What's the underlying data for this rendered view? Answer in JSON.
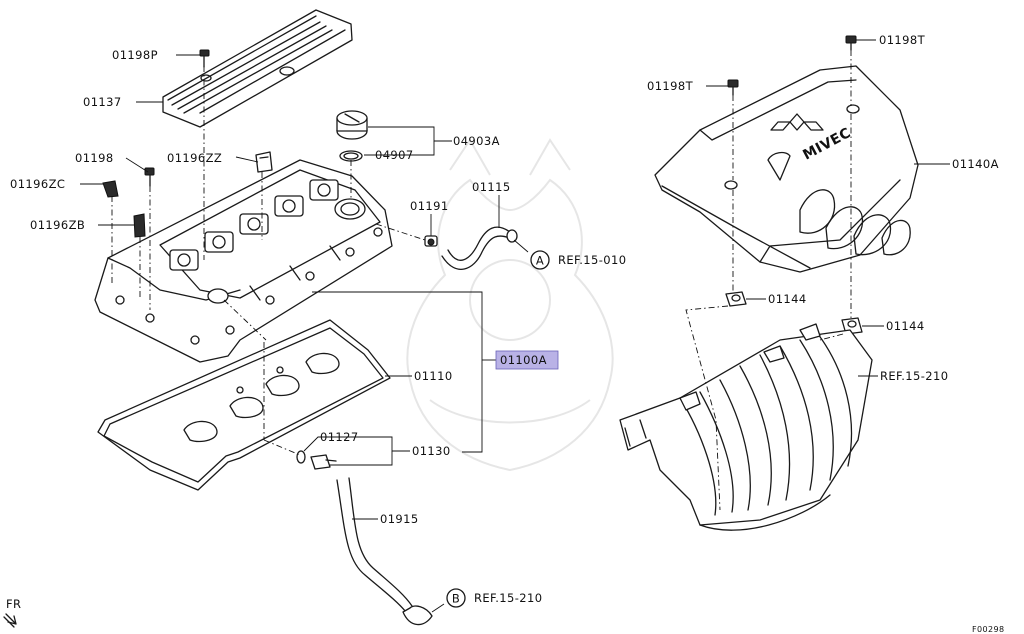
{
  "labels": {
    "p01198P": "01198P",
    "p01137": "01137",
    "p01198": "01198",
    "p01196ZZ": "01196ZZ",
    "p01196ZC": "01196ZC",
    "p01196ZB": "01196ZB",
    "p04903A": "04903A",
    "p04907": "04907",
    "p01191": "01191",
    "p01115": "01115",
    "refA": "REF.15-010",
    "p01100A": "01100A",
    "p01110": "01110",
    "p01127": "01127",
    "p01130": "01130",
    "p01915": "01915",
    "refB": "REF.15-210",
    "p01198T_top": "01198T",
    "p01198T_left": "01198T",
    "p01140A": "01140A",
    "p01144_a": "01144",
    "p01144_b": "01144",
    "refManifold": "REF.15-210",
    "circleA": "A",
    "circleB": "B",
    "fr": "FR",
    "figureNo": "F00298",
    "mivec": "MIVEC"
  },
  "colors": {
    "highlight": "#b9b2e6",
    "line": "#1a1a1a"
  }
}
